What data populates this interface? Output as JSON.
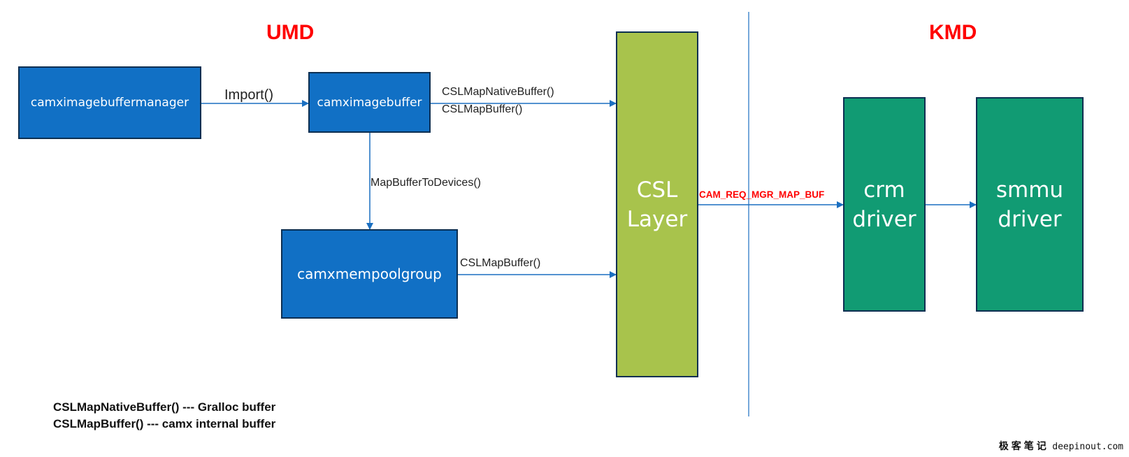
{
  "sections": {
    "umd": "UMD",
    "kmd": "KMD"
  },
  "nodes": {
    "camximagebuffermanager": "camximagebuffermanager",
    "camximagebuffer": "camximagebuffer",
    "camxmempoolgroup": "camxmempoolgroup",
    "csl_layer": [
      "CSL",
      "Layer"
    ],
    "crm_driver": [
      "crm",
      "driver"
    ],
    "smmu_driver": [
      "smmu",
      "driver"
    ]
  },
  "edges": {
    "import": "Import()",
    "csl_map_native_buffer": "CSLMapNativeBuffer()",
    "csl_map_buffer_top": "CSLMapBuffer()",
    "map_buffer_to_devices": "MapBufferToDevices()",
    "csl_map_buffer_pool": "CSLMapBuffer()",
    "cam_req_mgr_map_buf": "CAM_REQ_MGR_MAP_BUF"
  },
  "legend": [
    "CSLMapNativeBuffer()  --- Gralloc buffer",
    "CSLMapBuffer() --- camx internal buffer"
  ],
  "watermark": {
    "cn": "极客笔记",
    "url": "deepinout.com"
  },
  "colors": {
    "umd_box": "#1170c5",
    "csl_box": "#a8c34c",
    "kmd_box": "#119b73",
    "border": "#0b2f52",
    "arrow": "#1a6fc1",
    "section_title": "#ff0000",
    "ioctl_label": "#ff0000"
  }
}
